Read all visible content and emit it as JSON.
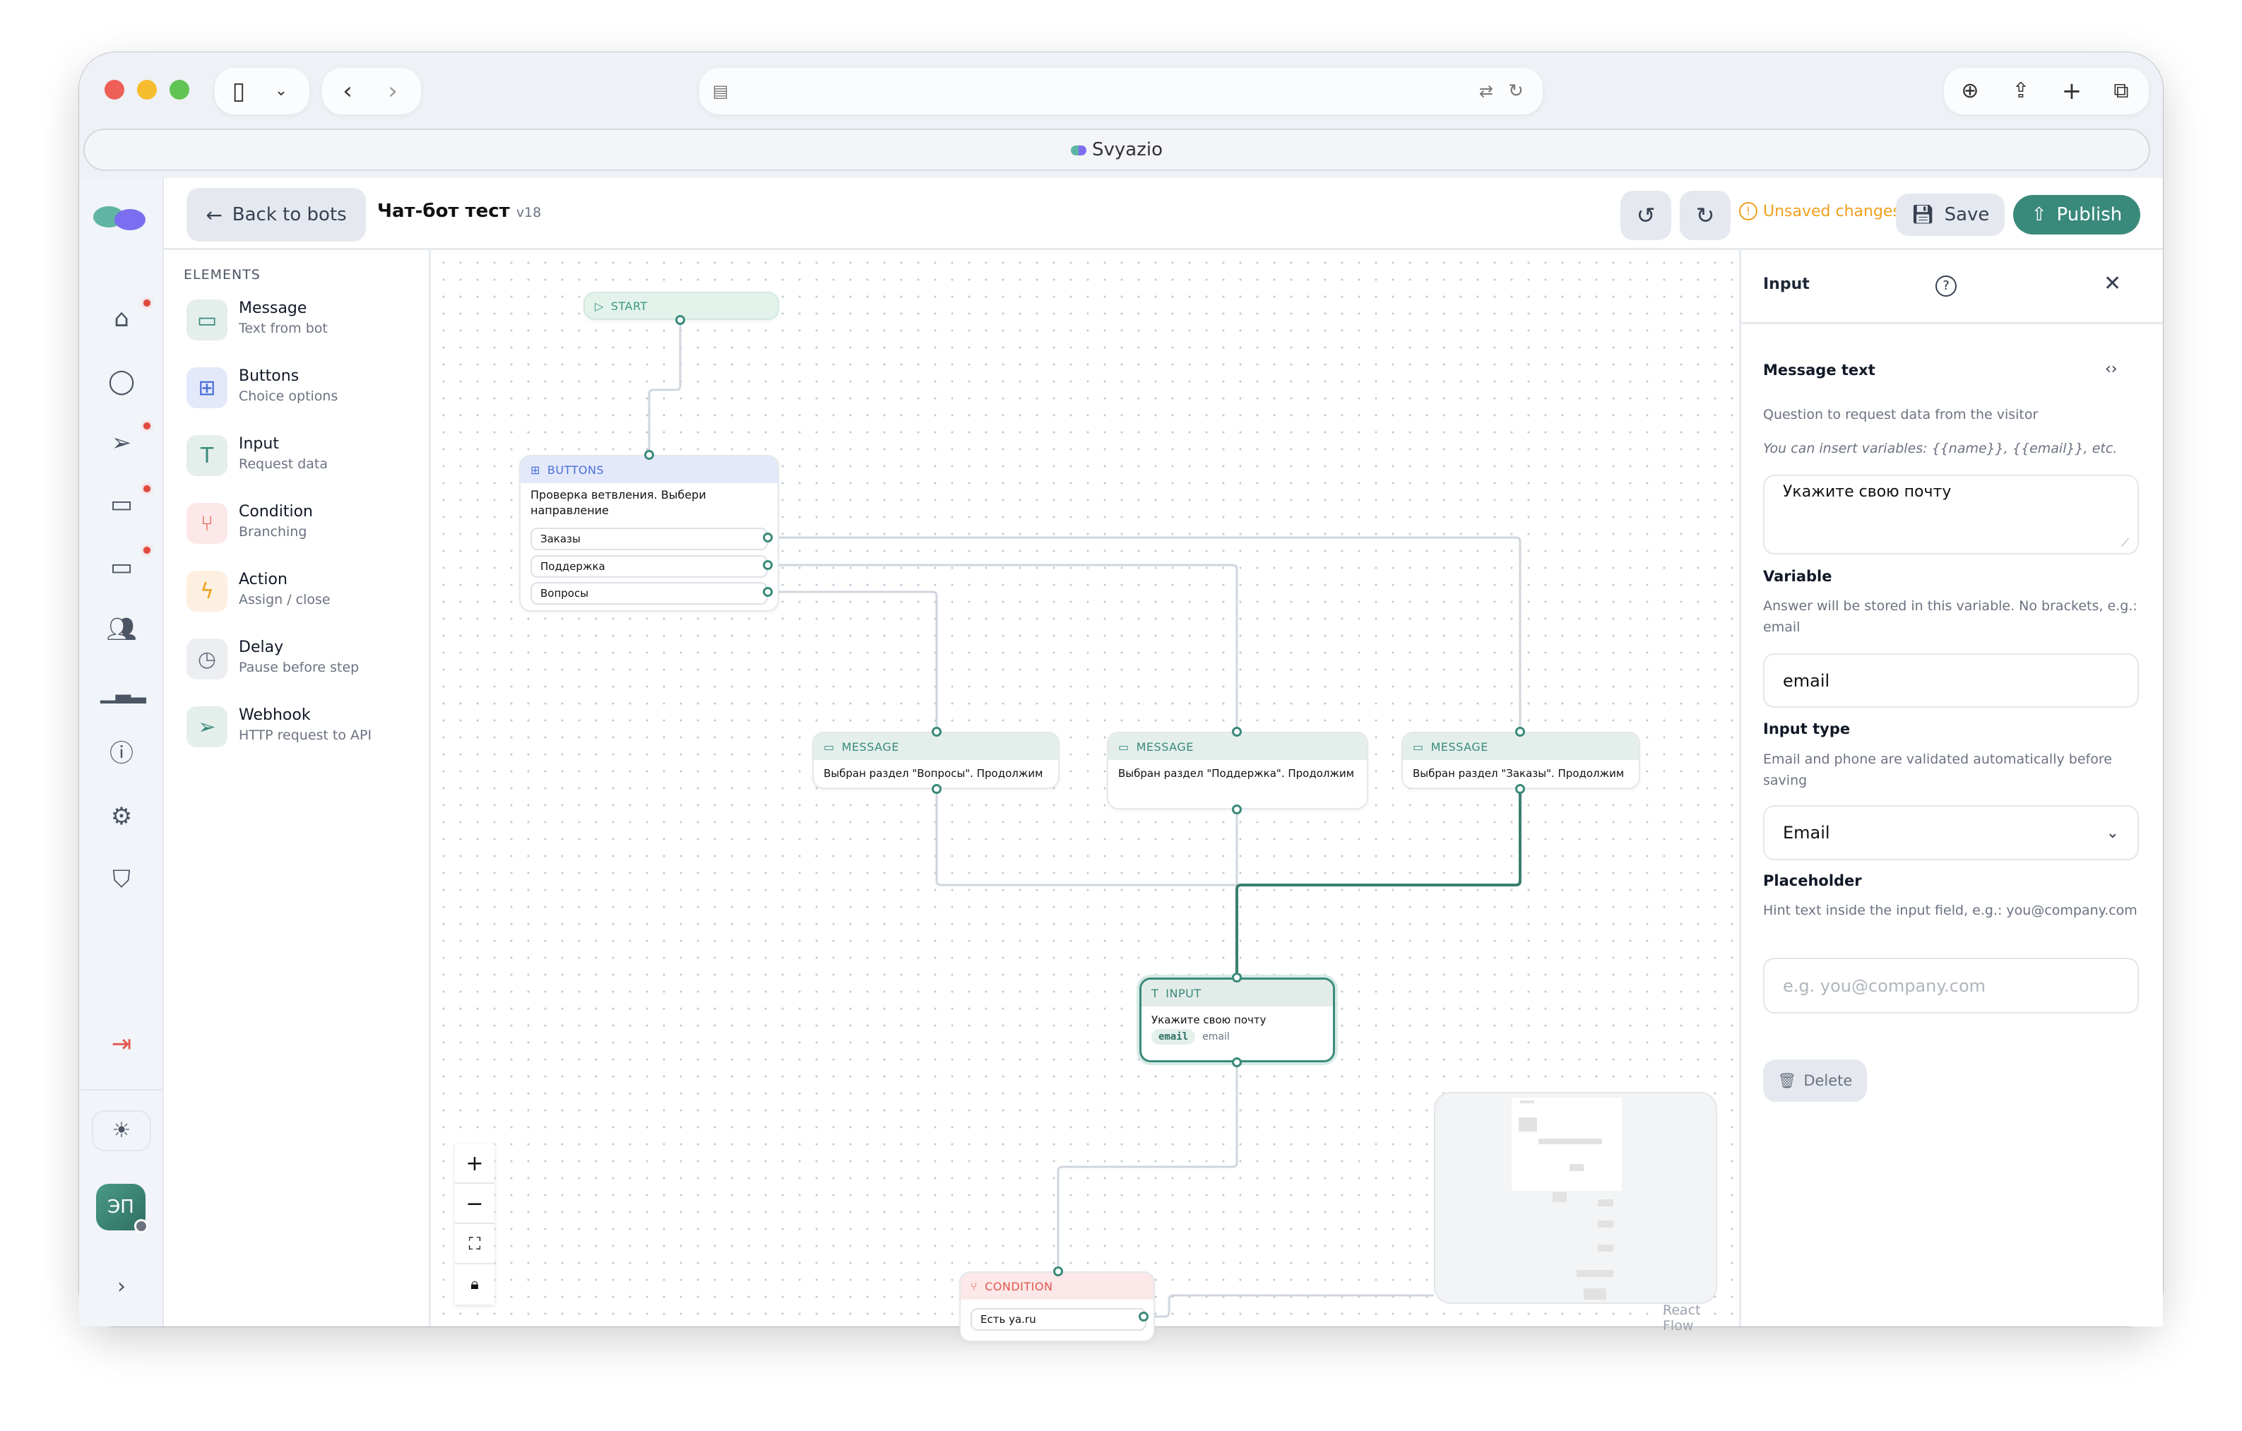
{
  "browser": {
    "tab_title": "Svyazio",
    "icons": [
      "sidebar-icon",
      "chevron-down-icon",
      "back-icon",
      "forward-icon",
      "reader-icon",
      "translate-icon",
      "reload-icon",
      "download-icon",
      "share-icon",
      "new-tab-icon",
      "tabs-icon"
    ]
  },
  "rail": {
    "avatar_initials": "ЭП",
    "items": [
      "inbox",
      "chats",
      "broadcasts",
      "messages",
      "comments",
      "contacts",
      "analytics",
      "help",
      "settings",
      "security"
    ]
  },
  "header": {
    "back_label": "Back to bots",
    "bot_name": "Чат-бот тест",
    "version": "v18",
    "unsaved": "Unsaved changes",
    "save_label": "Save",
    "publish_label": "Publish",
    "accent": "#3a8a7b",
    "warning": "#f0a020"
  },
  "elements": {
    "title": "ELEMENTS",
    "items": [
      {
        "title": "Message",
        "subtitle": "Text from bot",
        "icon": "message-icon"
      },
      {
        "title": "Buttons",
        "subtitle": "Choice options",
        "icon": "grid-icon"
      },
      {
        "title": "Input",
        "subtitle": "Request data",
        "icon": "text-icon"
      },
      {
        "title": "Condition",
        "subtitle": "Branching",
        "icon": "branch-icon"
      },
      {
        "title": "Action",
        "subtitle": "Assign / close",
        "icon": "bolt-icon"
      },
      {
        "title": "Delay",
        "subtitle": "Pause before step",
        "icon": "clock-icon"
      },
      {
        "title": "Webhook",
        "subtitle": "HTTP request to API",
        "icon": "send-icon"
      }
    ]
  },
  "flow": {
    "start": {
      "label": "START"
    },
    "buttons": {
      "label": "BUTTONS",
      "text": "Проверка ветвления. Выбери направление",
      "options": [
        "Заказы",
        "Поддержка",
        "Вопросы"
      ]
    },
    "messages": [
      {
        "label": "MESSAGE",
        "text": "Выбран раздел \"Вопросы\". Продолжим"
      },
      {
        "label": "MESSAGE",
        "text": "Выбран раздел \"Поддержка\". Продолжим"
      },
      {
        "label": "MESSAGE",
        "text": "Выбран раздел \"Заказы\". Продолжим"
      }
    ],
    "input": {
      "label": "INPUT",
      "text": "Укажите свою почту",
      "variable": "email",
      "type": "email"
    },
    "condition": {
      "label": "CONDITION",
      "options": [
        "Есть ya.ru"
      ]
    },
    "attribution": "React Flow"
  },
  "panel": {
    "title": "Input",
    "message_label": "Message text",
    "message_hint": "Question to request data from the visitor",
    "message_vars": "You can insert variables: {{name}}, {{email}}, etc.",
    "message_value": "Укажите свою почту",
    "variable_label": "Variable",
    "variable_hint": "Answer will be stored in this variable. No brackets, e.g.: email",
    "variable_value": "email",
    "type_label": "Input type",
    "type_hint": "Email and phone are validated automatically before saving",
    "type_value": "Email",
    "placeholder_label": "Placeholder",
    "placeholder_hint": "Hint text inside the input field, e.g.: you@company.com",
    "placeholder_placeholder": "e.g. you@company.com",
    "delete_label": "Delete"
  }
}
